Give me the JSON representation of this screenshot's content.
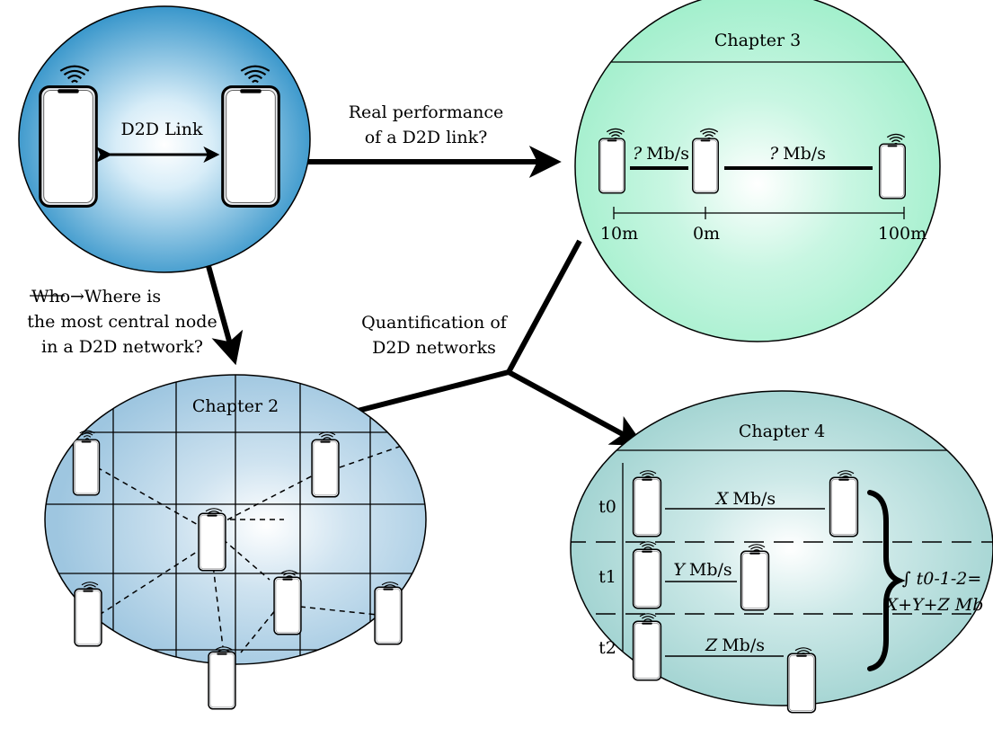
{
  "top_left": {
    "link_label": "D2D Link"
  },
  "edges": {
    "to_chapter3": [
      "Real performance",
      "of a D2D link?"
    ],
    "to_chapter2": {
      "struck": "Who",
      "arrow": "→Where is",
      "line2": "the most central node",
      "line3": "in a D2D network?"
    },
    "to_chapter4": [
      "Quantification of",
      "D2D networks"
    ]
  },
  "chapter3": {
    "title": "Chapter 3",
    "rate1": {
      "var": "?",
      "unit": "Mb/s"
    },
    "rate2": {
      "var": "?",
      "unit": "Mb/s"
    },
    "axis_labels": [
      "10m",
      "0m",
      "100m"
    ]
  },
  "chapter2": {
    "title": "Chapter 2"
  },
  "chapter4": {
    "title": "Chapter 4",
    "rows": [
      {
        "label": "t0",
        "var": "X",
        "unit": "Mb/s"
      },
      {
        "label": "t1",
        "var": "Y",
        "unit": "Mb/s"
      },
      {
        "label": "t2",
        "var": "Z",
        "unit": "Mb/s"
      }
    ],
    "formula": [
      "∫ t0-1-2=",
      "X+Y+Z Mb"
    ]
  },
  "colors": {
    "blue_circle_outer": "#2b8fc7",
    "blue_circle_inner": "#ffffff",
    "green_circle_outer": "#a6f0cf",
    "green_circle_inner": "#ffffff",
    "grid_circle_outer": "#a6cce4",
    "teal_circle_outer": "#a8d8d6",
    "phone_fill": "#eef1f4",
    "stroke": "#000000"
  },
  "icons": [
    "smartphone-icon",
    "wifi-signal-icon",
    "arrow-icon",
    "curly-brace-icon"
  ]
}
